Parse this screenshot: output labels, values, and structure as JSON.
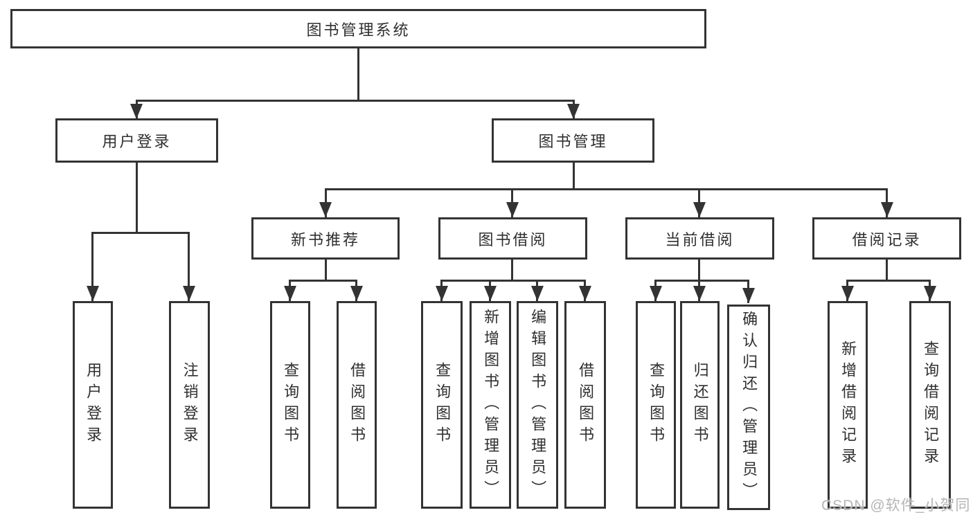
{
  "diagram": {
    "title": "图书管理系统",
    "branches": [
      {
        "label": "用户登录",
        "children": [
          {
            "label": "用户登录"
          },
          {
            "label": "注销登录"
          }
        ]
      },
      {
        "label": "图书管理",
        "groups": [
          {
            "label": "新书推荐",
            "children": [
              {
                "label": "查询图书"
              },
              {
                "label": "借阅图书"
              }
            ]
          },
          {
            "label": "图书借阅",
            "children": [
              {
                "label": "查询图书"
              },
              {
                "label": "新增图书（管理员）"
              },
              {
                "label": "编辑图书（管理员）"
              },
              {
                "label": "借阅图书"
              }
            ]
          },
          {
            "label": "当前借阅",
            "children": [
              {
                "label": "查询图书"
              },
              {
                "label": "归还图书"
              },
              {
                "label": "确认归还（管理员）"
              }
            ]
          },
          {
            "label": "借阅记录",
            "children": [
              {
                "label": "新增借阅记录"
              },
              {
                "label": "查询借阅记录"
              }
            ]
          }
        ]
      }
    ]
  },
  "watermark": {
    "text": "CSDN @软件_小贺同学",
    "color": "#b5b5b5"
  },
  "colors": {
    "line": "#333333",
    "text": "#2f2f2f",
    "background": "#ffffff"
  }
}
